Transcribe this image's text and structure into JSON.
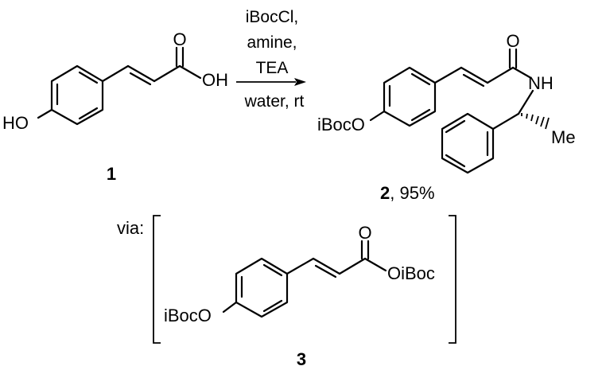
{
  "reaction": {
    "reagents": [
      "iBocCl,",
      "amine,",
      "TEA"
    ],
    "conditions": "water, rt"
  },
  "compound1": {
    "number": "1",
    "labels": {
      "carbonyl_o": "O",
      "hydroxyl": "OH",
      "phenol": "HO"
    }
  },
  "compound2": {
    "number": "2",
    "yield": ", 95%",
    "labels": {
      "carbonyl_o": "O",
      "amide_nh": "NH",
      "ester_o": "iBocO",
      "methyl": "Me"
    }
  },
  "intermediate": {
    "prefix": "via:",
    "number": "3",
    "labels": {
      "carbonyl_o": "O",
      "anhydride": "OiBoc",
      "ester_o": "iBocO"
    }
  }
}
